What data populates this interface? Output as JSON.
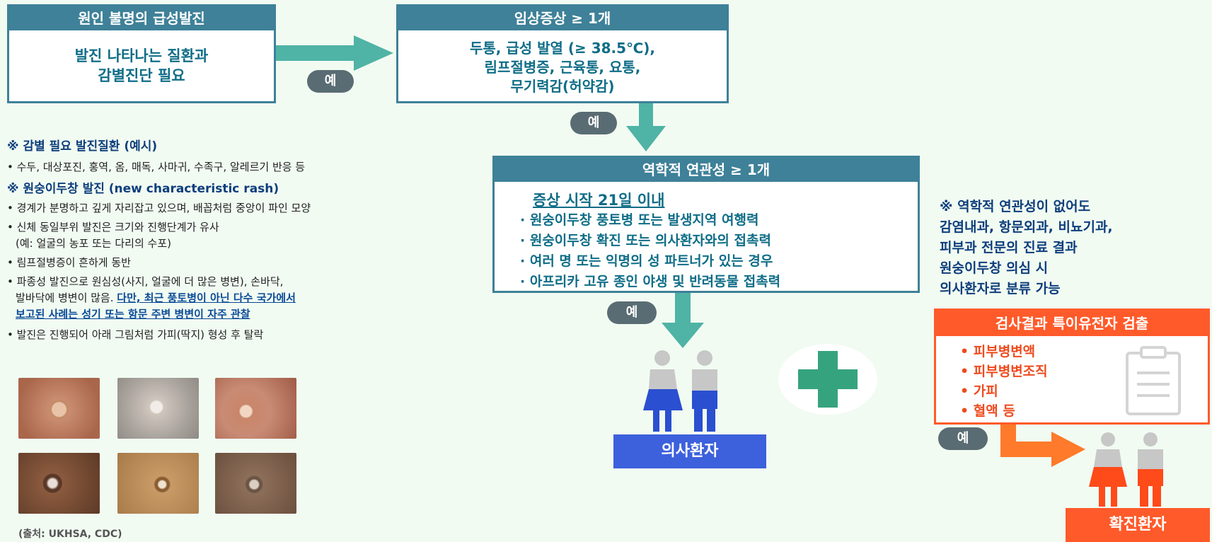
{
  "box1": {
    "header": "원인 불명의 급성발진",
    "lines": [
      "발진 나타나는 질환과",
      "감별진단 필요"
    ]
  },
  "box2": {
    "header": "임상증상 ≥ 1개",
    "lines": [
      "두통, 급성 발열 (≥ 38.5℃),",
      "림프절병증, 근육통, 요통,",
      "무기력감(허약감)"
    ]
  },
  "box3": {
    "header": "역학적 연관성 ≥ 1개",
    "subtitle": "증상 시작 21일 이내",
    "items": [
      "· 원숭이두창 풍토병 또는 발생지역 여행력",
      "· 원숭이두창 확진 또는 의사환자와의 접촉력",
      "· 여러 명 또는 익명의 성 파트너가 있는 경우",
      "· 아프리카 고유 종인 야생 및 반려동물 접촉력"
    ]
  },
  "yes_label": "예",
  "side": {
    "h1": "※  감별 필요 발진질환 (예시)",
    "p1": "• 수두, 대상포진, 홍역, 옴, 매독, 사마귀, 수족구, 알레르기 반응 등",
    "h2": "※ 원숭이두창 발진 (new characteristic rash)",
    "b1": "• 경계가 분명하고 깊게 자리잡고 있으며, 배꼽처럼 중앙이 파인 모양",
    "b2a": "• 신체 동일부위 발진은 크기와 진행단계가 유사",
    "b2b": "  (예: 얼굴의 농포 또는 다리의 수포)",
    "b3": "• 림프절병증이 흔하게 동반",
    "b4a": "• 파종성 발진으로 원심성(사지, 얼굴에 더 많은 병변), 손바닥,",
    "b4b": "  발바닥에 병변이 많음. ",
    "b4u1": "다만, 최근 풍토병이 아닌 다수 국가에서",
    "b4u2": "보고된 사례는 성기 또는 항문 주변 병변이 자주 관찰",
    "b5": "• 발진은 진행되어 아래 그림처럼 가피(딱지) 형성 후 탈락",
    "source": "(출처: UKHSA, CDC)"
  },
  "note": {
    "lines": [
      "※ 역학적 연관성이 없어도",
      "감염내과, 항문외과, 비뇨기과,",
      "피부과 전문의 진료 결과",
      "원숭이두창 의심 시",
      "의사환자로 분류 가능"
    ]
  },
  "test": {
    "header": "검사결과 특이유전자 검출",
    "items": [
      "• 피부병변액",
      "• 피부병변조직",
      "• 가피",
      "• 혈액 등"
    ]
  },
  "suspected_label": "의사환자",
  "confirmed_label": "확진환자",
  "colors": {
    "teal_header": "#3e8198",
    "teal_arrow": "#4fb3a5",
    "navy_text": "#0e3e7c",
    "suspect_blue": "#3d60dc",
    "confirmed_orange": "#ff5a2a",
    "plus_green": "#36a37f"
  },
  "icons": [
    "clipboard-icon",
    "people-icon",
    "plus-icon",
    "skin-lesion-photo"
  ]
}
